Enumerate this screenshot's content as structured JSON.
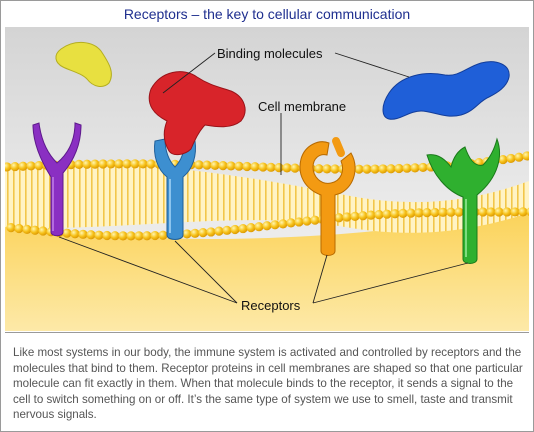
{
  "title": "Receptors – the key to cellular communication",
  "labels": {
    "binding_molecules": "Binding molecules",
    "cell_membrane": "Cell membrane",
    "receptors": "Receptors"
  },
  "caption": "Like most systems in our body, the immune system is activated and controlled by receptors and the molecules that bind to them. Receptor proteins in cell membranes are shaped so that one particular molecule can fit exactly in them. When that molecule binds to the receptor, it sends a signal  to the cell to switch something on or off. It’s the same type of system we use to smell, taste and transmit nervous signals.",
  "colors": {
    "membrane_head": "#f5b800",
    "cell_interior": "#fbe6a0",
    "receptor_purple": "#8a2fc2",
    "receptor_blue": "#3d8fd0",
    "receptor_orange": "#f39a12",
    "receptor_green": "#2fb02f",
    "molecule_yellow": "#e8e040",
    "molecule_red": "#d8242a",
    "molecule_blue": "#1f5fd8"
  }
}
